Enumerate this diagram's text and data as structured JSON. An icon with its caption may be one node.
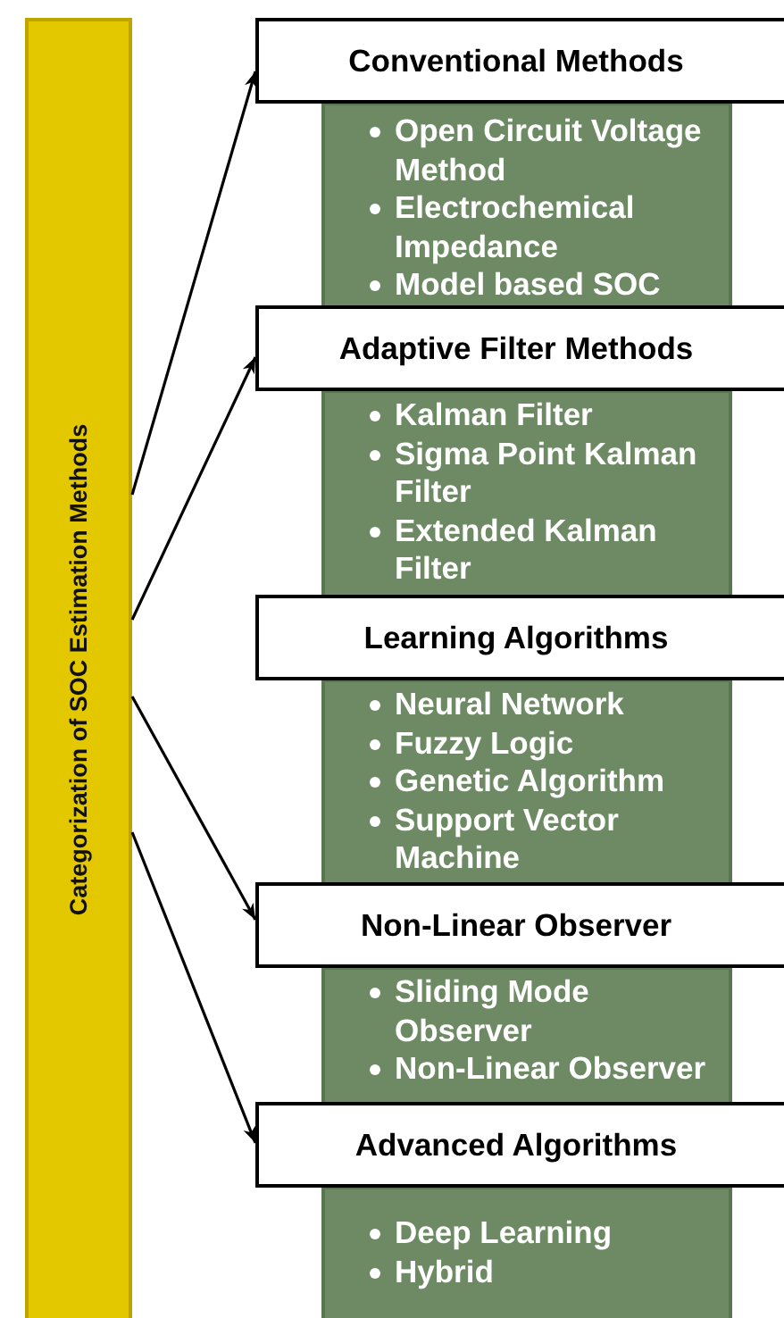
{
  "diagram": {
    "nodes": [
      {
        "text": [
          "Categorization of SOC Estimation Methods"
        ]
      },
      {
        "text": [
          "Conventional Methods"
        ]
      },
      {
        "text": [
          "Open Circuit Voltage Method",
          "Electrochemical Impedance",
          "Model based SOC"
        ]
      },
      {
        "text": [
          "Adaptive Filter Methods"
        ]
      },
      {
        "text": [
          "Kalman Filter",
          "Sigma Point Kalman Filter",
          "Extended Kalman Filter"
        ]
      },
      {
        "text": [
          "Learning Algorithms"
        ]
      },
      {
        "text": [
          "Neural Network",
          "Fuzzy Logic",
          "Genetic Algorithm",
          "Support Vector Machine"
        ]
      },
      {
        "text": [
          "Non-Linear Observer"
        ]
      },
      {
        "text": [
          "Sliding Mode Observer",
          "Non-Linear Observer"
        ]
      },
      {
        "text": [
          "Advanced Algorithms"
        ]
      },
      {
        "text": [
          "Deep Learning",
          "Hybrid"
        ]
      }
    ],
    "edges": [
      {
        "from": 0,
        "to": 1,
        "arrow": "to"
      },
      {
        "from": 0,
        "to": 3,
        "arrow": "to"
      },
      {
        "from": 0,
        "to": 7,
        "arrow": "to"
      },
      {
        "from": 0,
        "to": 9,
        "arrow": "to"
      }
    ]
  }
}
